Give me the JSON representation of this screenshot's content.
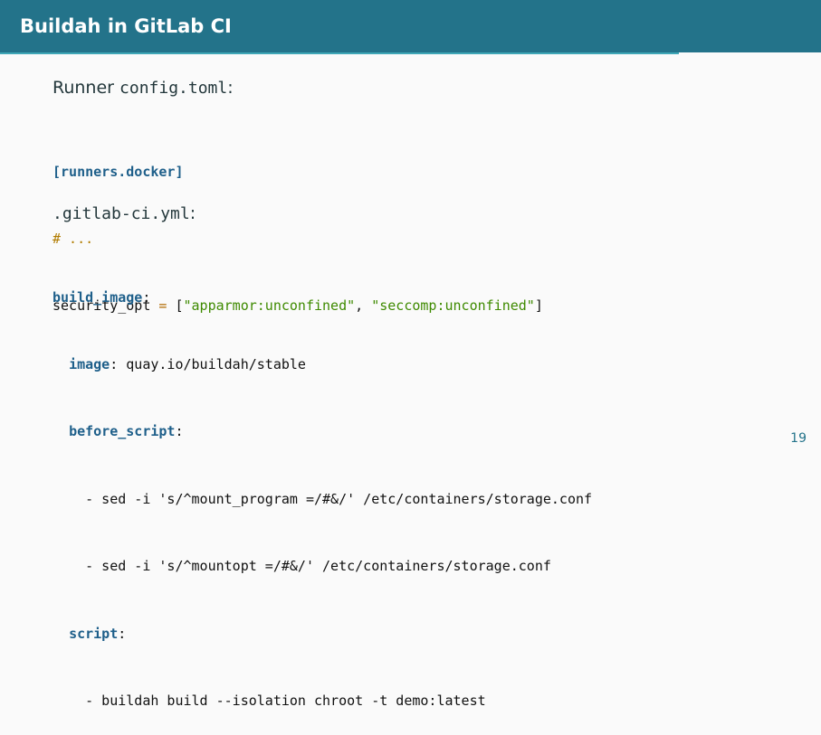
{
  "slide": {
    "title": "Buildah in GitLab CI",
    "page_number": "19"
  },
  "section1": {
    "caption_prefix": "Runner ",
    "caption_file": "config.toml",
    "caption_suffix": ":",
    "code": {
      "line1": "[runners.docker]",
      "line2": "# ...",
      "line3_key": "security_opt",
      "line3_eq": " = ",
      "line3_open": "[",
      "line3_v1": "\"apparmor:unconfined\"",
      "line3_sep": ", ",
      "line3_v2": "\"seccomp:unconfined\"",
      "line3_close": "]"
    }
  },
  "section2": {
    "caption_file": ".gitlab-ci.yml",
    "caption_suffix": ":",
    "code": {
      "l1_key": "build_image",
      "l1_rest": ":",
      "l2_indent": "  ",
      "l2_key": "image",
      "l2_rest": ": quay.io/buildah/stable",
      "l3_indent": "  ",
      "l3_key": "before_script",
      "l3_rest": ":",
      "l4": "    - sed -i 's/^mount_program =/#&/' /etc/containers/storage.conf",
      "l5": "    - sed -i 's/^mountopt =/#&/' /etc/containers/storage.conf",
      "l6_indent": "  ",
      "l6_key": "script",
      "l6_rest": ":",
      "l7": "    - buildah build --isolation chroot -t demo:latest"
    }
  },
  "colors": {
    "title_bar": "#23738a",
    "accent_rule": "#3fa7b7",
    "keyword": "#1e5f8a",
    "string": "#3e8a00",
    "comment": "#b17c00"
  }
}
